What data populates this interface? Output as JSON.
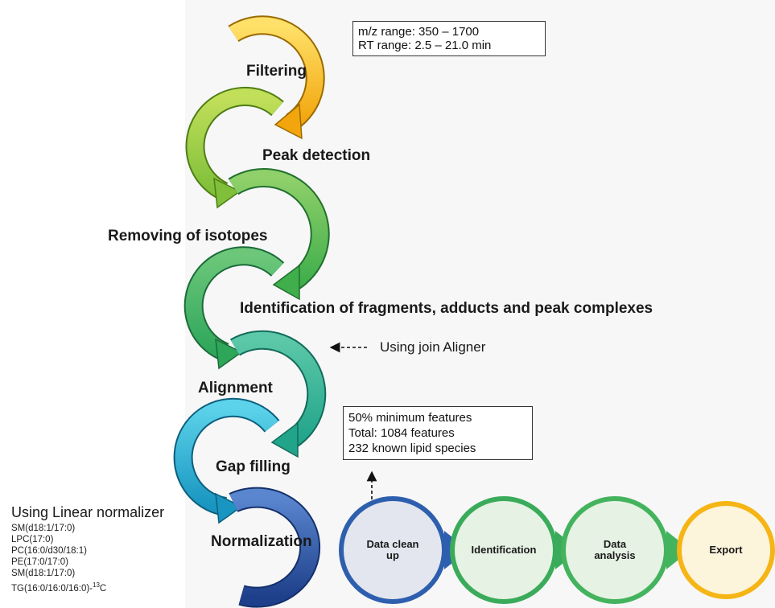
{
  "info_boxes": {
    "filter_params": [
      "m/z range:  350 – 1700",
      "RT range:    2.5 – 21.0 min"
    ],
    "feature_summary": [
      "50% minimum features",
      "Total: 1084 features",
      "232 known lipid species"
    ]
  },
  "steps": [
    {
      "label": "Filtering",
      "color": "#f5b515"
    },
    {
      "label": "Peak detection",
      "color": "#8cc63f"
    },
    {
      "label": "Removing of isotopes",
      "color": "#5cb848"
    },
    {
      "label": "Identification of fragments, adducts and peak complexes",
      "color": "#3aab5a"
    },
    {
      "label": "Alignment",
      "color": "#2ea891"
    },
    {
      "label": "Gap filling",
      "color": "#1ea9c9"
    },
    {
      "label": "Normalization",
      "color": "#2e5fae"
    }
  ],
  "aligner_note": "Using join Aligner",
  "normalizer": {
    "title": "Using Linear normalizer",
    "standards": [
      "SM(d18:1/17:0)",
      "LPC(17:0)",
      "PC(16:0/d30/18:1)",
      "PE(17:0/17:0)",
      "SM(d18:1/17:0)",
      "TG(16:0/16:0/16:0)-",
      "13",
      "C"
    ]
  },
  "pipeline": [
    {
      "label": "Data clean up",
      "line1": "Data clean",
      "line2": "up",
      "color": "#2e5fae",
      "fill": "#e3e6ee"
    },
    {
      "label": "Identification",
      "line1": "Identification",
      "line2": "",
      "color": "#3aab5a",
      "fill": "#e6f2e4"
    },
    {
      "label": "Data analysis",
      "line1": "Data",
      "line2": "analysis",
      "color": "#44b35e",
      "fill": "#e6f2e4"
    },
    {
      "label": "Export",
      "line1": "Export",
      "line2": "",
      "color": "#f5b515",
      "fill": "#fdf4dc"
    }
  ]
}
